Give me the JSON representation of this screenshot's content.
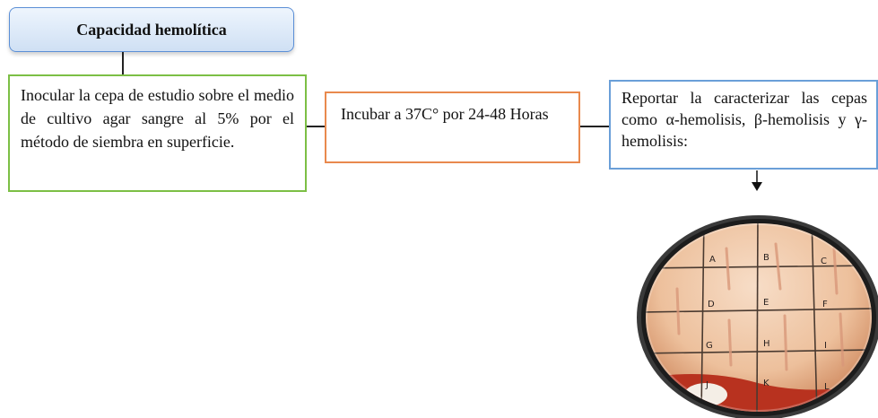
{
  "title": "Capacidad hemolítica",
  "steps": [
    "Inocular la cepa de estudio sobre el medio de cultivo agar sangre al 5% por el método de siembra en superficie.",
    "Incubar a 37C° por 24-48 Horas",
    "Reportar la caracterizar las cepas como α-hemolisis, β-hemolisis y γ-hemolisis:"
  ],
  "plate": {
    "description_icon": "agar-plate-photo",
    "grid_labels": [
      "A",
      "B",
      "C",
      "D",
      "E",
      "F",
      "G",
      "H",
      "I",
      "J",
      "K",
      "L"
    ]
  },
  "colors": {
    "title_border": "#5b8fd6",
    "step1_border": "#7cbf45",
    "step2_border": "#e9894d",
    "step3_border": "#6a9fd8"
  }
}
